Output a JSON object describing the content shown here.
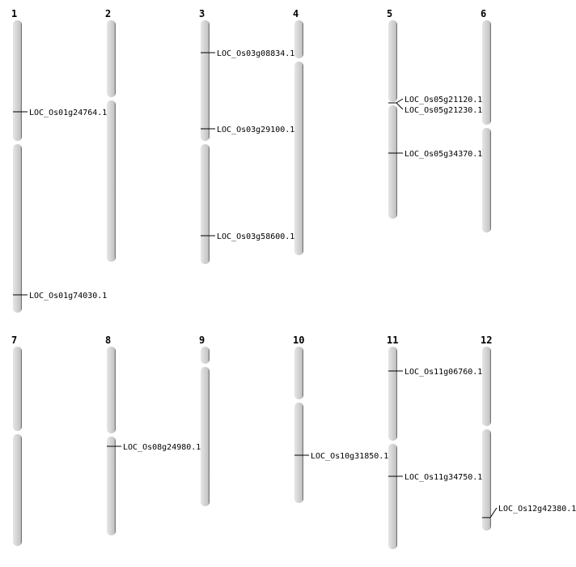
{
  "chromosomes": [
    {
      "name": "1",
      "genes": [
        "LOC_Os01g24764.1",
        "LOC_Os01g74030.1"
      ]
    },
    {
      "name": "2",
      "genes": []
    },
    {
      "name": "3",
      "genes": [
        "LOC_Os03g08834.1",
        "LOC_Os03g29100.1",
        "LOC_Os03g58600.1"
      ]
    },
    {
      "name": "4",
      "genes": []
    },
    {
      "name": "5",
      "genes": [
        "LOC_Os05g21120.1",
        "LOC_Os05g21230.1",
        "LOC_Os05g34370.1"
      ]
    },
    {
      "name": "6",
      "genes": []
    },
    {
      "name": "7",
      "genes": []
    },
    {
      "name": "8",
      "genes": [
        "LOC_Os08g24980.1"
      ]
    },
    {
      "name": "9",
      "genes": []
    },
    {
      "name": "10",
      "genes": [
        "LOC_Os10g31850.1"
      ]
    },
    {
      "name": "11",
      "genes": [
        "LOC_Os11g06760.1",
        "LOC_Os11g34750.1"
      ]
    },
    {
      "name": "12",
      "genes": [
        "LOC_Os12g42380.1"
      ]
    }
  ]
}
